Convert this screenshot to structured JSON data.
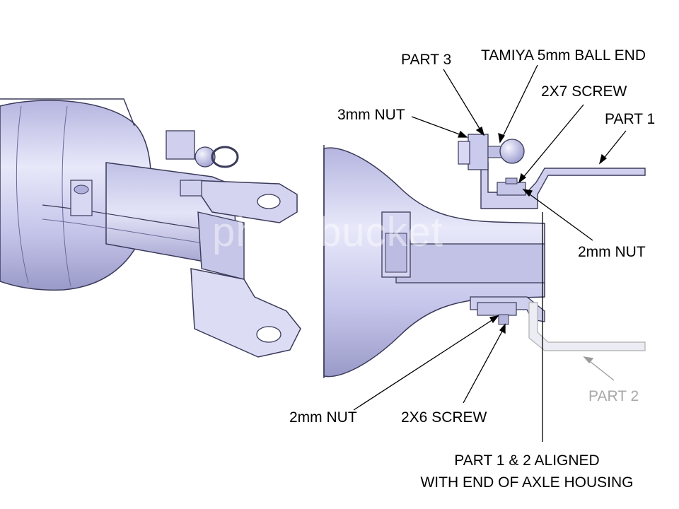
{
  "labels": {
    "part3": "PART 3",
    "ball_end": "TAMIYA 5mm BALL END",
    "screw_2x7": "2X7 SCREW",
    "nut_3mm": "3mm NUT",
    "part1": "PART 1",
    "nut_2mm_upper": "2mm NUT",
    "nut_2mm_lower": "2mm NUT",
    "screw_2x6": "2X6 SCREW",
    "part2": "PART 2",
    "aligned_line1": "PART 1 & 2 ALIGNED",
    "aligned_line2": "WITH END OF AXLE HOUSING"
  },
  "watermark": "photobucket",
  "colors": {
    "part_fill": "#c8c8ea",
    "part_light": "#e6e6f8",
    "part_dark": "#8f8fc0",
    "edge": "#3a3a5a",
    "ghost_part": "#b8b8b8",
    "label_gray": "#a8a8a8"
  }
}
